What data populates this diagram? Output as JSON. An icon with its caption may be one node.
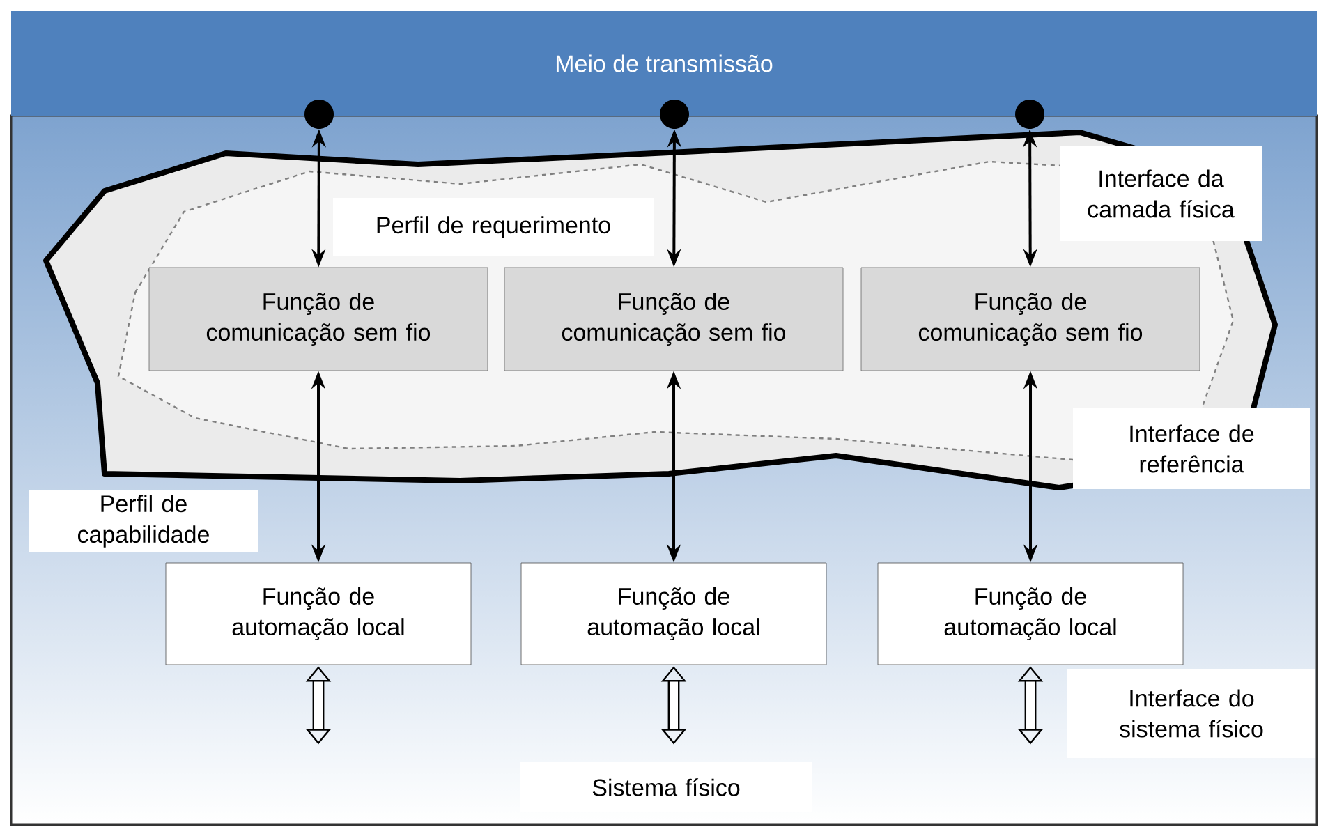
{
  "diagram": {
    "nodes": [
      {
        "text": [
          "Meio de transmissão"
        ]
      },
      {
        "text": [],
        "shape": "circle"
      },
      {
        "text": [],
        "shape": "circle"
      },
      {
        "text": [],
        "shape": "circle"
      },
      {
        "text": [
          "Função de comunicação sem fio"
        ]
      },
      {
        "text": [
          "Função de comunicação sem fio"
        ]
      },
      {
        "text": [
          "Função de comunicação sem fio"
        ]
      },
      {
        "text": [
          "Função de automação local"
        ]
      },
      {
        "text": [
          "Função de automação local"
        ]
      },
      {
        "text": [
          "Função de automação local"
        ]
      }
    ],
    "edges": [
      {
        "from": 1,
        "to": 4,
        "arrow": "both"
      },
      {
        "from": 2,
        "to": 5,
        "arrow": "both"
      },
      {
        "from": 3,
        "to": 6,
        "arrow": "both"
      },
      {
        "from": 4,
        "to": 7,
        "arrow": "both"
      },
      {
        "from": 5,
        "to": 8,
        "arrow": "both"
      },
      {
        "from": 6,
        "to": 9,
        "arrow": "both"
      },
      {
        "from": 7,
        "to": null,
        "arrow": "both",
        "style": "thick"
      },
      {
        "from": 8,
        "to": null,
        "arrow": "both",
        "style": "thick"
      },
      {
        "from": 9,
        "to": null,
        "arrow": "both",
        "style": "thick"
      }
    ],
    "labels": [
      "Interface da camada física",
      "Perfil de requerimento",
      "Interface de referência",
      "Perfil de capabilidade",
      "Interface do sistema físico",
      "Sistema físico"
    ]
  }
}
